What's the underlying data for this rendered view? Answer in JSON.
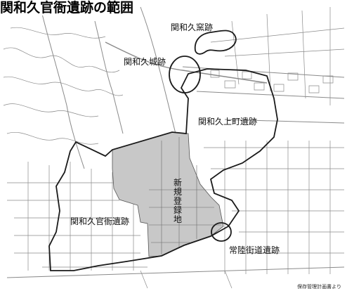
{
  "title": "関和久官衙遺跡の範囲",
  "labels": {
    "kiln": "関和久窯跡",
    "castle": "関和久城跡",
    "kamimachi": "関和久上町遺跡",
    "kanga": "関和久官衙遺跡",
    "shinki": "新規登録地",
    "joban": "常陸街道遺跡"
  },
  "credit": "保存管理計画書より",
  "colors": {
    "outline": "#1a1a1a",
    "registered_fill": "#c8c8c8",
    "map_lines": "#8a8a8a",
    "background": "#ffffff"
  }
}
